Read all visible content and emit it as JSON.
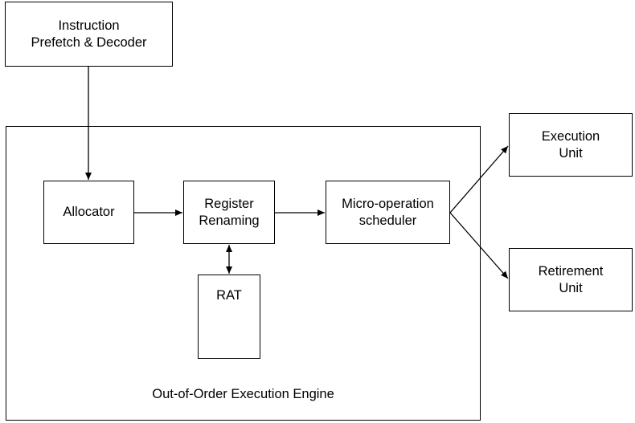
{
  "diagram": {
    "prefetch_decoder": {
      "line1": "Instruction",
      "line2": "Prefetch & Decoder"
    },
    "engine_label": "Out-of-Order Execution Engine",
    "allocator": {
      "line1": "Allocator"
    },
    "register_renaming": {
      "line1": "Register",
      "line2": "Renaming"
    },
    "scheduler": {
      "line1": "Micro-operation",
      "line2": "scheduler"
    },
    "rat": {
      "line1": "RAT"
    },
    "execution_unit": {
      "line1": "Execution",
      "line2": "Unit"
    },
    "retirement_unit": {
      "line1": "Retirement",
      "line2": "Unit"
    }
  }
}
